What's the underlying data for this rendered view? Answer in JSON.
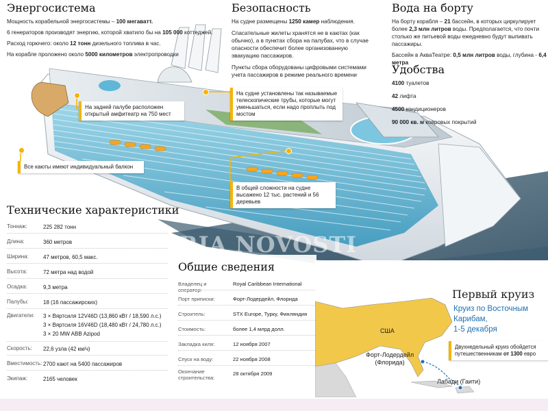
{
  "energy": {
    "title": "Энергосистема",
    "l1a": "Мощность корабельной энергосистемы – ",
    "l1b": "100 мегаватт.",
    "l2a": "6 генераторов производят энергию, которой хватило бы на ",
    "l2b": "105 000",
    "l2c": " коттеджей.",
    "l3a": "Расход горючего: около ",
    "l3b": "12 тонн",
    "l3c": " дизельного топлива в час.",
    "l4a": "На корабле проложено около ",
    "l4b": "5000 километров",
    "l4c": " электропроводки"
  },
  "safety": {
    "title": "Безопасность",
    "l1a": "На судне размещены ",
    "l1b": "1250 камер",
    "l1c": " наблюдения.",
    "l2": "Спасательные жилеты хранятся не в каютах (как обычно), а в пунктах сбора на палубах, что в случае опасности обеспечит более организованную эвакуацию пассажиров.",
    "l3": "Пункты сбора оборудованы цифровыми системами учета пассажиров в режиме реального времени"
  },
  "water": {
    "title": "Вода на борту",
    "l1a": "На борту корабля – ",
    "l1b": "21",
    "l1c": " бассейн, в которых циркулирует более ",
    "l1d": "2,3 млн литров",
    "l1e": " воды. Предполагается, что почти столько же питьевой воды ежедневно будут выпивать пассажиры.",
    "l2a": "Бассейн в АкваТеатре: ",
    "l2b": "0,5 млн литров",
    "l2c": " воды, глубина - ",
    "l2d": "6,4 метра"
  },
  "comfort": {
    "title": "Удобства",
    "i1b": "4100",
    "i1": " туалетов",
    "i2b": "42",
    "i2": " лифта",
    "i3b": "4500",
    "i3": " кондиционеров",
    "i4b": "90 000 кв. м",
    "i4": " ковровых покрытий"
  },
  "callouts": {
    "c1": "На задней палубе расположен открытый амфитеатр на 750 мест",
    "c2": "На судне установлены так называемые телескопические трубы, которые могут уменьшаться, если надо проплыть под мостом",
    "c3": "Все каюты имеют индивидуальный балкон",
    "c4": "В общей сложности на судне высажено 12 тыс. растений и 56 деревьев"
  },
  "watermark": "RIA NOVOSTI",
  "tech": {
    "title": "Технические характеристики",
    "rows": [
      {
        "k": "Тоннаж:",
        "v": "225 282 тонн"
      },
      {
        "k": "Длина:",
        "v": "360 метров"
      },
      {
        "k": "Ширина:",
        "v": "47 метров, 60,5 макс."
      },
      {
        "k": "Высота:",
        "v": "72 метра над водой"
      },
      {
        "k": "Осадка:",
        "v": "9,3 метра"
      },
      {
        "k": "Палубы:",
        "v": "18 (16 пассажирских)"
      },
      {
        "k": "Двигатели:",
        "v1": "3 × Вяртсиля 12V46D (13,860 кВт / 18,590 л.с.)",
        "v2": "3 × Вяртсиля 16V46D (18,480 кВт / 24,780 л.с.)",
        "v3": "3 × 20 MW ABB Azipod"
      },
      {
        "k": "Скорость:",
        "v": "22,6 узла (42 км/ч)"
      },
      {
        "k": "Вместимость:",
        "v": "2700 кают на 5400 пассажиров"
      },
      {
        "k": "Экипаж:",
        "v": "2165 человек"
      }
    ]
  },
  "general": {
    "title": "Общие сведения",
    "rows": [
      {
        "k": "Владелец и оператор:",
        "v": "Royal Caribbean International"
      },
      {
        "k": "Порт приписки:",
        "v": "Форт-Лодердейл, Флорида"
      },
      {
        "k": "Строитель:",
        "v": "STX Europe, Турку, Финляндия"
      },
      {
        "k": "Стоимость:",
        "v": "более 1,4 млрд долл."
      },
      {
        "k": "Закладка киля:",
        "v": "12 ноября 2007"
      },
      {
        "k": "Спуск на воду:",
        "v": "22 ноября 2008"
      },
      {
        "k1": "Окончание",
        "k2": "строительства:",
        "v": "28 октября 2009"
      }
    ]
  },
  "cruise": {
    "title": "Первый круиз",
    "sub1": "Круиз по Восточным",
    "sub2": "Карибам,",
    "sub3": "1-5 декабря",
    "note_a": "Двухнедельный круиз обойдется путешественникам ",
    "note_b": "от 1300",
    "note_c": " евро",
    "usa": "США",
    "port1": "Форт-Лодердейл",
    "port2": "(Флорида)",
    "labadee": "Лабади (Гаити)"
  },
  "colors": {
    "accent": "#f5b400",
    "ship_hull": "#f3f6f8",
    "sea": "#2e4e61",
    "map_land": "#f2c84b",
    "cruise_title": "#1f6fb0"
  }
}
